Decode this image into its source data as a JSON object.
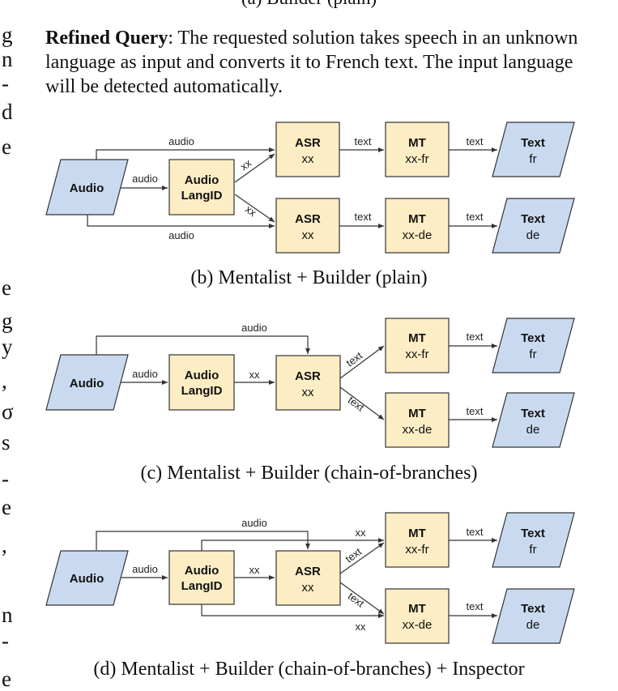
{
  "top_caption": "(a) Builder (plain)",
  "query": {
    "label": "Refined Query",
    "text": ": The requested solution takes speech in an unknown language as input and converts it to French text. The input language will be detected automatically."
  },
  "left_margin_glyphs": [
    "g",
    "n",
    "-",
    "d",
    "e",
    "e",
    "g",
    "y",
    ",",
    "σ",
    "s",
    "-",
    "e",
    ",",
    "n",
    "-",
    "e"
  ],
  "colors": {
    "io_fill": "#c9daf0",
    "process_fill": "#fdedc4",
    "stroke": "#333333"
  },
  "diagrams": {
    "b": {
      "caption": "(b) Mentalist + Builder (plain)",
      "nodes": {
        "audio": {
          "title": "Audio",
          "sub": ""
        },
        "langid": {
          "title": "Audio",
          "sub": "LangID"
        },
        "asr1": {
          "title": "ASR",
          "sub": "xx"
        },
        "asr2": {
          "title": "ASR",
          "sub": "xx"
        },
        "mt1": {
          "title": "MT",
          "sub": "xx-fr"
        },
        "mt2": {
          "title": "MT",
          "sub": "xx-de"
        },
        "out1": {
          "title": "Text",
          "sub": "fr"
        },
        "out2": {
          "title": "Text",
          "sub": "de"
        }
      },
      "edge_labels": {
        "audio_top": "audio",
        "audio_mid": "audio",
        "audio_bottom": "audio",
        "xx_up": "xx",
        "xx_down": "xx",
        "text1": "text",
        "text2": "text",
        "text3": "text",
        "text4": "text"
      }
    },
    "c": {
      "caption": "(c) Mentalist + Builder (chain-of-branches)",
      "nodes": {
        "audio": {
          "title": "Audio",
          "sub": ""
        },
        "langid": {
          "title": "Audio",
          "sub": "LangID"
        },
        "asr": {
          "title": "ASR",
          "sub": "xx"
        },
        "mt1": {
          "title": "MT",
          "sub": "xx-fr"
        },
        "mt2": {
          "title": "MT",
          "sub": "xx-de"
        },
        "out1": {
          "title": "Text",
          "sub": "fr"
        },
        "out2": {
          "title": "Text",
          "sub": "de"
        }
      },
      "edge_labels": {
        "audio_top": "audio",
        "audio_mid": "audio",
        "xx": "xx",
        "text_up": "text",
        "text_down": "text",
        "text1": "text",
        "text2": "text"
      }
    },
    "d": {
      "caption": "(d) Mentalist + Builder (chain-of-branches) + Inspector",
      "nodes": {
        "audio": {
          "title": "Audio",
          "sub": ""
        },
        "langid": {
          "title": "Audio",
          "sub": "LangID"
        },
        "asr": {
          "title": "ASR",
          "sub": "xx"
        },
        "mt1": {
          "title": "MT",
          "sub": "xx-fr"
        },
        "mt2": {
          "title": "MT",
          "sub": "xx-de"
        },
        "out1": {
          "title": "Text",
          "sub": "fr"
        },
        "out2": {
          "title": "Text",
          "sub": "de"
        }
      },
      "edge_labels": {
        "audio_top": "audio",
        "audio_mid": "audio",
        "xx": "xx",
        "xx_top": "xx",
        "xx_bottom": "xx",
        "text_up": "text",
        "text_down": "text",
        "text1": "text",
        "text2": "text"
      }
    }
  }
}
